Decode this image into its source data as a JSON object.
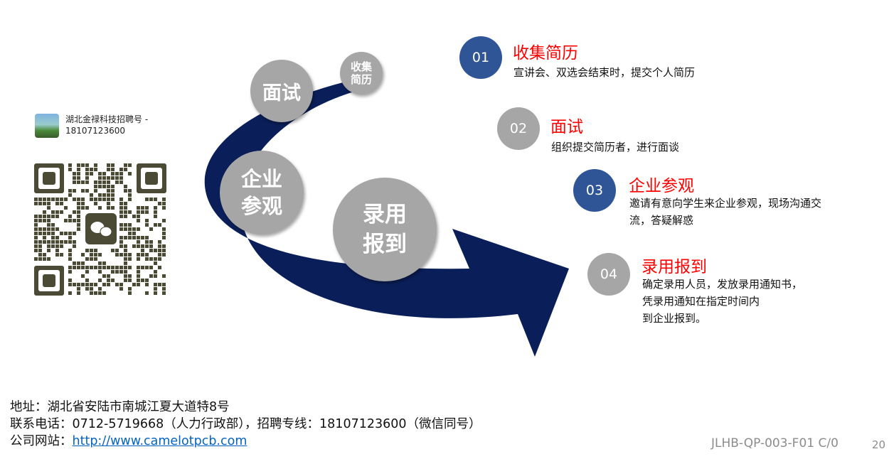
{
  "qr": {
    "account_name": "湖北金禄科技招聘号 -",
    "account_phone": "18107123600"
  },
  "diagram": {
    "c1": "收集\n简历",
    "c2": "面试",
    "c3a": "企业",
    "c3b": "参观",
    "c4a": "录用",
    "c4b": "报到",
    "arrow_color": "#0a1f5a"
  },
  "steps": [
    {
      "num": "01",
      "title": "收集简历",
      "desc": "宣讲会、双选会结束时，提交个人简历",
      "color": "#2f5597"
    },
    {
      "num": "02",
      "title": "面试",
      "desc": "组织提交简历者，进行面谈",
      "color": "#a6a6a6"
    },
    {
      "num": "03",
      "title": "企业参观",
      "desc1": "邀请有意向学生来企业参观，现场沟通交",
      "desc2": "流，答疑解惑",
      "color": "#2f5597"
    },
    {
      "num": "04",
      "title": "录用报到",
      "desc1": "确定录用人员，发放录用通知书，",
      "desc2": "凭录用通知在指定时间内",
      "desc3": "到企业报到。",
      "color": "#a6a6a6"
    }
  ],
  "footer": {
    "address": "地址：湖北省安陆市南城江夏大道特8号",
    "phone": "联系电话：0712-5719668（人力行政部），招聘专线：18107123600（微信同号）",
    "website_label": "公司网站：",
    "website_url": "http://www.camelotpcb.com",
    "doc_code": "JLHB-QP-003-F01 C/0",
    "page": "20"
  }
}
